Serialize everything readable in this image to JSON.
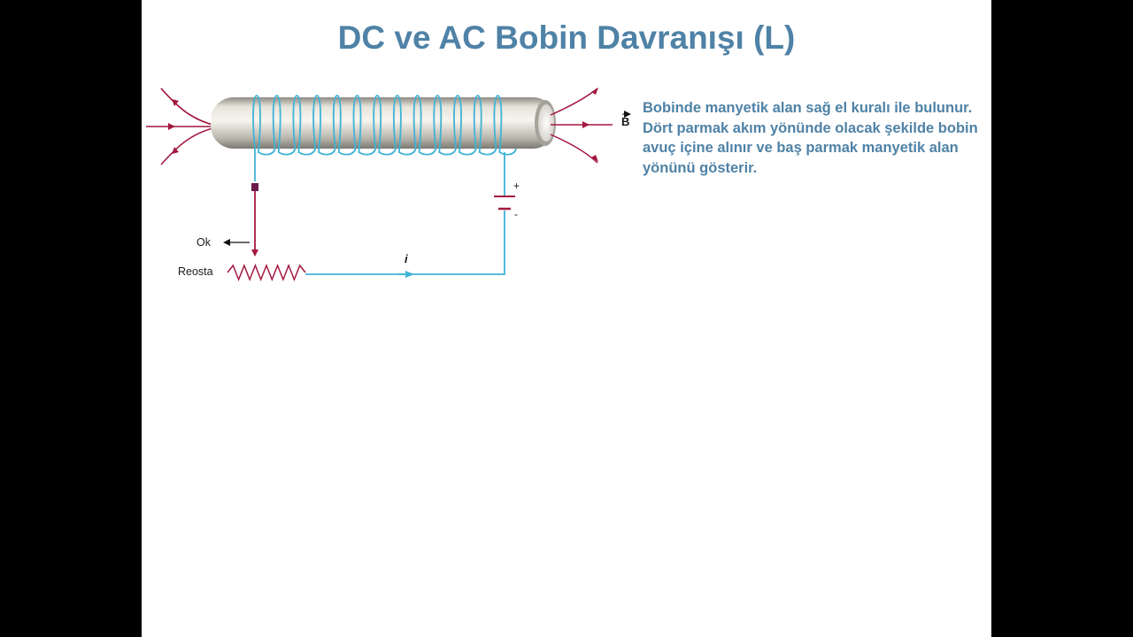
{
  "slide": {
    "title": "DC ve AC Bobin Davranışı (L)",
    "description": "Bobinde manyetik alan sağ el kuralı ile bulunur. Dört parmak akım yönünde olacak şekilde bobin avuç içine alınır ve baş parmak manyetik alan yönünü gösterir."
  },
  "diagram": {
    "field_label": "B",
    "direction_label": "Ok",
    "rheostat_label": "Reosta",
    "current_label": "i",
    "battery_plus": "+",
    "battery_minus": "-",
    "colors": {
      "wire": "#3fb3d6",
      "field_lines": "#a3173f",
      "rheostat": "#a3173f",
      "text_accent": "#4f82a6"
    }
  }
}
